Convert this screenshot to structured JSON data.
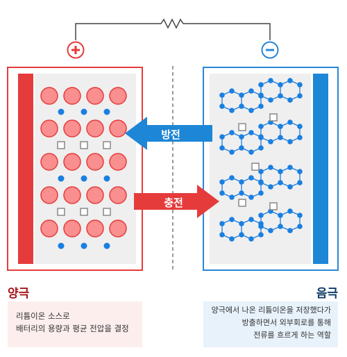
{
  "circuit": {
    "positive_symbol": "+",
    "negative_symbol": "−"
  },
  "arrows": {
    "discharge": "방전",
    "charge": "충전"
  },
  "cathode": {
    "title": "양극",
    "lines": [
      "리튬이온 소스로",
      "배터리의 용량과 평균 전압을 결정"
    ]
  },
  "anode": {
    "title": "음극",
    "lines": [
      "양극에서 나온 리튬이온을 저장했다가",
      "방출하면서 외부회로를 통해",
      "전류를 흐르게 하는 역할"
    ]
  },
  "colors": {
    "cathode_red": "#e63b3b",
    "cathode_pink": "#fdeeee",
    "anode_blue": "#2a86d8",
    "anode_light": "#e8f2fb",
    "cathode_title": "#a3161a",
    "anode_title": "#0d3a66",
    "particle_fill": "#f98f8f",
    "ion": "#1a7fe0"
  }
}
